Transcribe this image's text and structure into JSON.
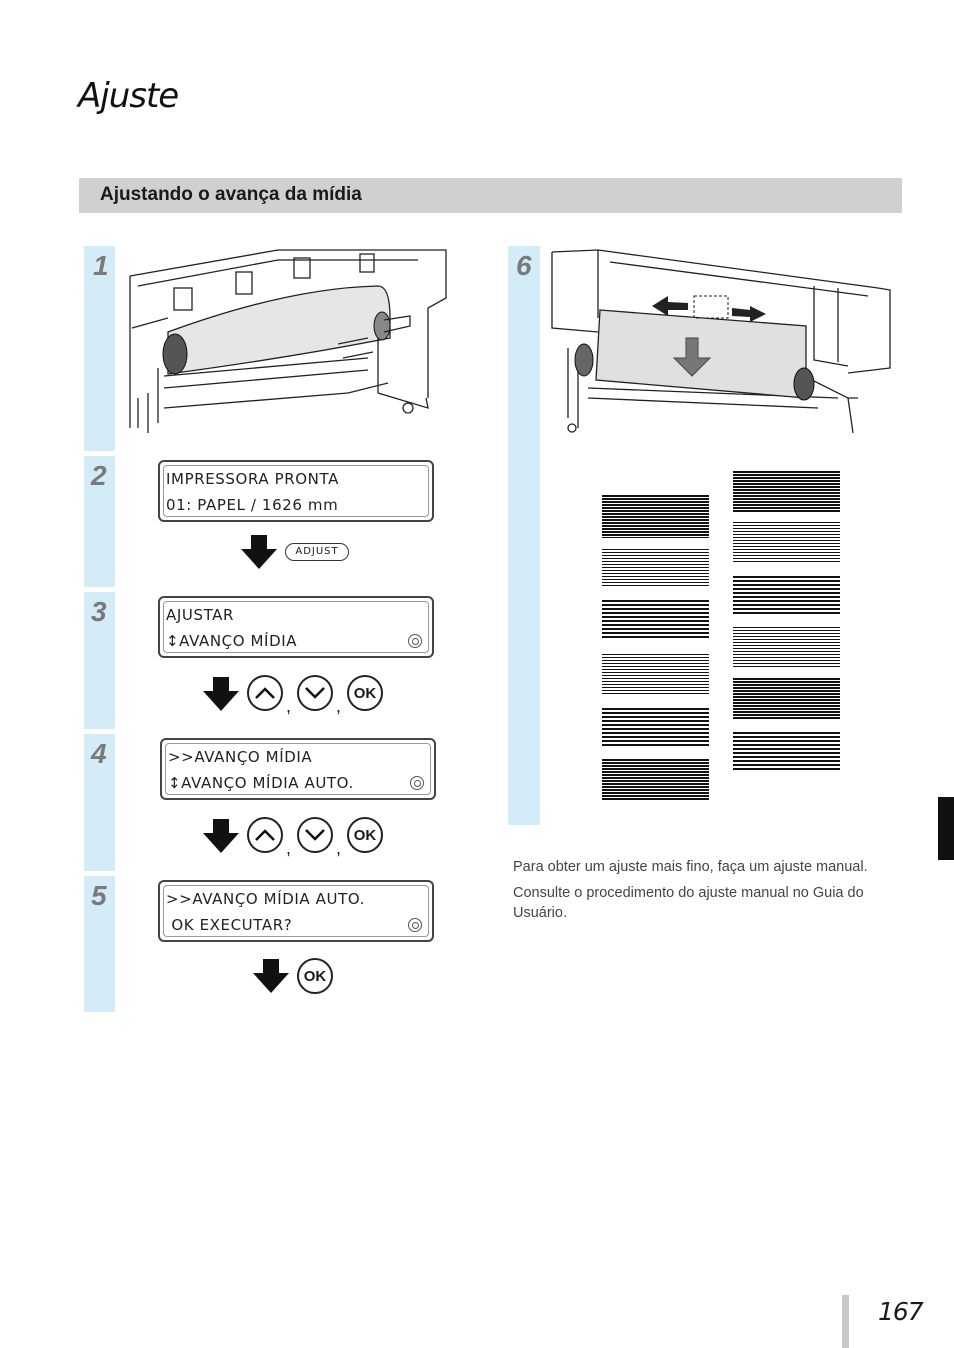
{
  "page_title": "Ajuste",
  "section_title": "Ajustando o avança da mídia",
  "steps": {
    "s1": "1",
    "s2": "2",
    "s3": "3",
    "s4": "4",
    "s5": "5",
    "s6": "6"
  },
  "lcd2": {
    "line1": "IMPRESSORA PRONTA",
    "line2": "01: PAPEL / 1626 mm"
  },
  "lcd3": {
    "line1": "AJUSTAR",
    "line2": "↕AVANÇO MÍDIA"
  },
  "lcd4": {
    "line1": ">>AVANÇO MÍDIA",
    "line2": "↕AVANÇO MÍDIA AUTO."
  },
  "lcd5": {
    "line1": ">>AVANÇO MÍDIA AUTO.",
    "line2": " OK EXECUTAR?"
  },
  "buttons": {
    "adjust": "ADJUST",
    "ok": "OK",
    "comma": ","
  },
  "note": {
    "line1": "Para obter um ajuste mais fino, faça um ajuste manual.",
    "line2": "Consulte o procedimento do ajuste manual no Guia do Usuário."
  },
  "page_number": "167",
  "icons": [
    "down-arrow-icon",
    "up-button-icon",
    "down-button-icon",
    "ok-button-icon",
    "printer-illustration",
    "test-pattern"
  ]
}
